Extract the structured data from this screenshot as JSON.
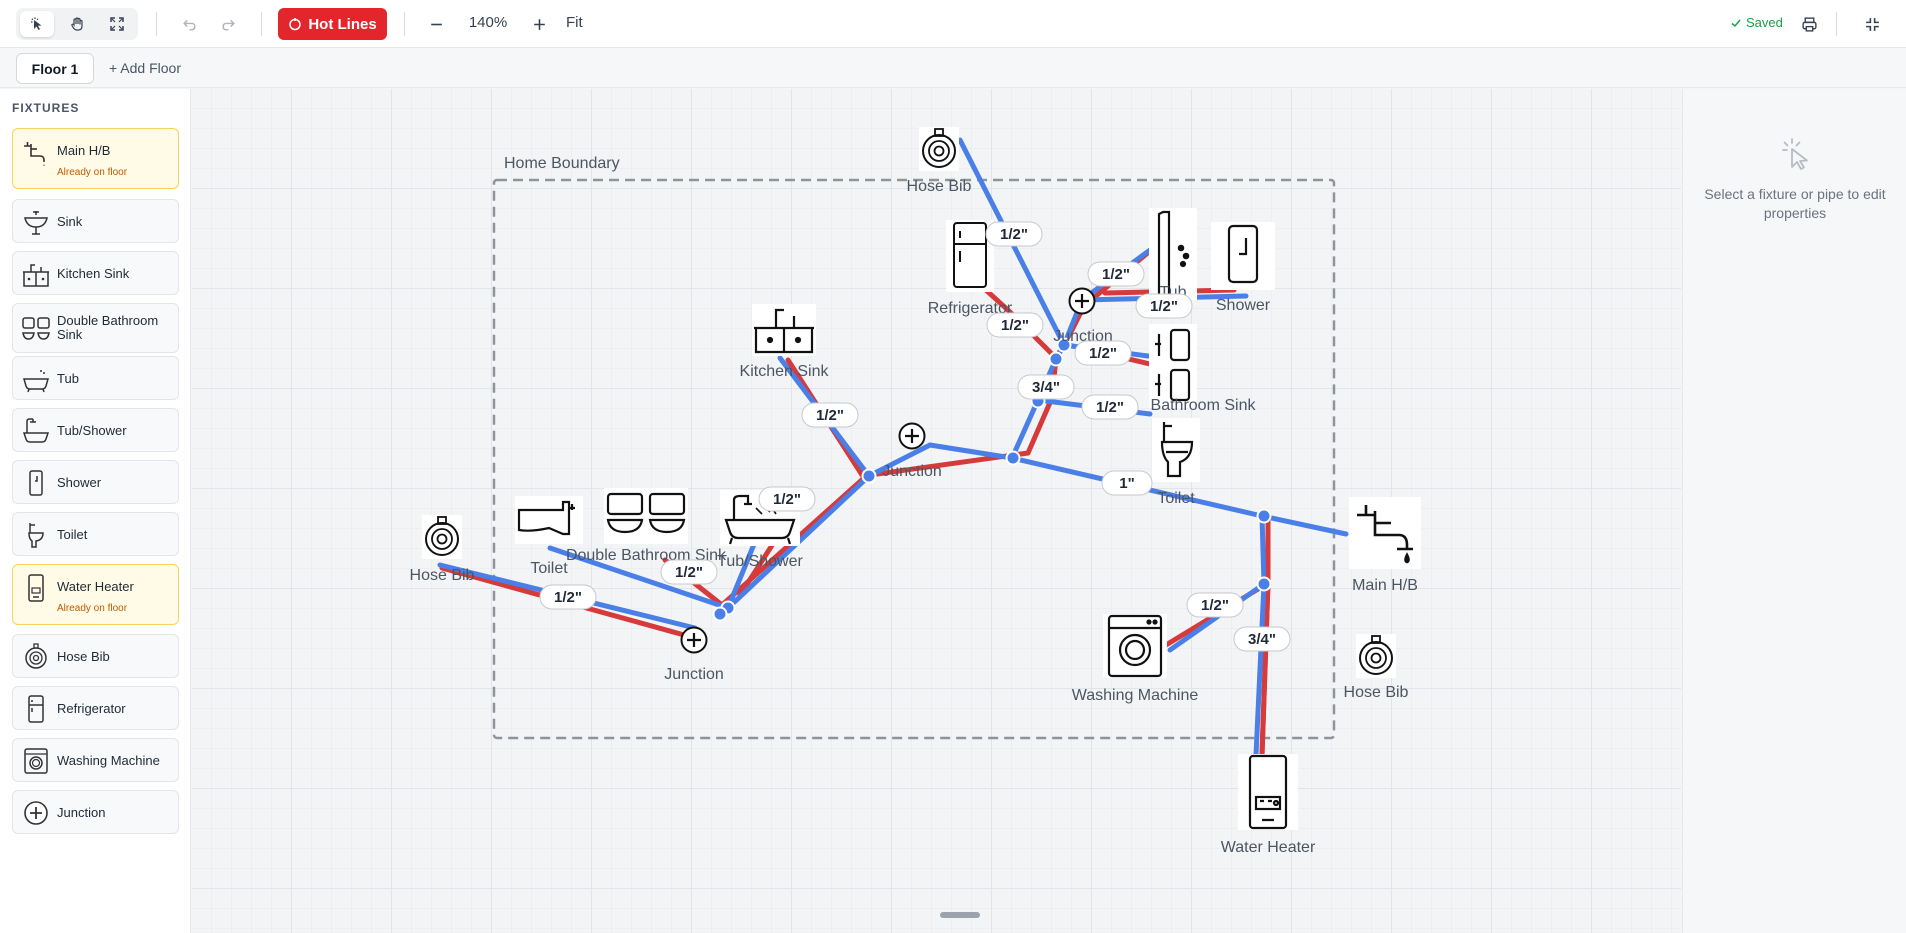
{
  "toolbar": {
    "tools": [
      "select-icon",
      "hand-icon",
      "fullscreen-icon"
    ],
    "hot_lines_label": "Hot Lines",
    "zoom": "140%",
    "fit_label": "Fit",
    "saved_label": "Saved"
  },
  "floors": {
    "tabs": [
      "Floor 1"
    ],
    "add_label": "+ Add Floor"
  },
  "sidebar": {
    "title": "FIXTURES",
    "items": [
      {
        "label": "Main H/B",
        "sub": "Already on floor",
        "icon": "main-hb-icon"
      },
      {
        "label": "Sink",
        "icon": "sink-icon"
      },
      {
        "label": "Kitchen Sink",
        "icon": "kitchen-sink-icon"
      },
      {
        "label": "Double Bathroom Sink",
        "icon": "double-sink-icon"
      },
      {
        "label": "Tub",
        "icon": "tub-icon"
      },
      {
        "label": "Tub/Shower",
        "icon": "tub-shower-icon"
      },
      {
        "label": "Shower",
        "icon": "shower-icon"
      },
      {
        "label": "Toilet",
        "icon": "toilet-icon"
      },
      {
        "label": "Water Heater",
        "sub": "Already on floor",
        "icon": "water-heater-icon"
      },
      {
        "label": "Hose Bib",
        "icon": "hose-bib-icon"
      },
      {
        "label": "Refrigerator",
        "icon": "refrigerator-icon"
      },
      {
        "label": "Washing Machine",
        "icon": "washing-machine-icon"
      },
      {
        "label": "Junction",
        "icon": "junction-icon"
      }
    ]
  },
  "canvas": {
    "boundary_label": "Home Boundary",
    "fixtures": {
      "hose_bib_top": "Hose Bib",
      "refrigerator": "Refrigerator",
      "tub": "Tub",
      "shower": "Shower",
      "kitchen_sink": "Kitchen Sink",
      "junction_top": "Junction",
      "bathroom_sink": "Bathroom Sink",
      "junction_mid": "Junction",
      "toilet_right": "Toilet",
      "main_hb": "Main H/B",
      "hose_bib_left": "Hose Bib",
      "toilet_left": "Toilet",
      "double_sink": "Double Bathroom Sink",
      "tub_shower": "Tub/Shower",
      "junction_bottom": "Junction",
      "washing_machine": "Washing Machine",
      "hose_bib_right": "Hose Bib",
      "water_heater": "Water Heater"
    },
    "pipe_sizes": {
      "p1": "1/2\"",
      "p2": "1/2\"",
      "p3": "1/2\"",
      "p4": "1/2\"",
      "p5": "1/2\"",
      "p6": "3/4\"",
      "p7": "1/2\"",
      "p8": "1/2\"",
      "p9": "1\"",
      "p10": "1/2\"",
      "p11": "1/2\"",
      "p12": "1/2\"",
      "p13": "1/2\"",
      "p14": "3/4\""
    },
    "colors": {
      "hot": "#d63a3a",
      "cold": "#4a7fe8"
    }
  },
  "properties": {
    "placeholder": "Select a fixture or pipe to edit properties"
  }
}
